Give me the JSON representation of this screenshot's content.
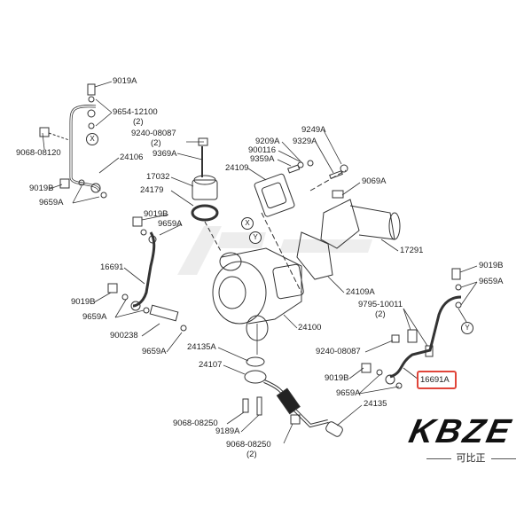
{
  "labels": {
    "l_9019A": "9019A",
    "l_9654": "9654-12100",
    "l_9654_q": "(2)",
    "l_9068_08120": "9068-08120",
    "l_9240_a": "9240-08087",
    "l_9240_a_q": "(2)",
    "l_9369A": "9369A",
    "l_24106": "24106",
    "l_17032": "17032",
    "l_24179": "24179",
    "l_9019B_a": "9019B",
    "l_9659A_a": "9659A",
    "l_9019B_b": "9019B",
    "l_9659A_b": "9659A",
    "l_9249A": "9249A",
    "l_9209A": "9209A",
    "l_9329A": "9329A",
    "l_900116": "900116",
    "l_9359A": "9359A",
    "l_24109": "24109",
    "l_9069A": "9069A",
    "l_17291": "17291",
    "l_16691": "16691",
    "l_9019B_c": "9019B",
    "l_9659A_c": "9659A",
    "l_900238": "900238",
    "l_9659A_d": "9659A",
    "l_24135A": "24135A",
    "l_24107": "24107",
    "l_9068_08250_a": "9068-08250",
    "l_9189A": "9189A",
    "l_9068_08250_b": "9068-08250",
    "l_9068_08250_b_q": "(2)",
    "l_24109A": "24109A",
    "l_24100": "24100",
    "l_9795": "9795-10011",
    "l_9795_q": "(2)",
    "l_9240_b": "9240-08087",
    "l_9019B_d": "9019B",
    "l_9659A_e": "9659A",
    "l_24135": "24135",
    "l_16691A": "16691A",
    "l_9019B_e": "9019B",
    "l_9659A_f": "9659A"
  },
  "markers": {
    "x": "X",
    "y": "Y"
  },
  "highlight_color": "#e0453a",
  "logo": {
    "text": "KBZE",
    "subtitle": "可比正"
  }
}
